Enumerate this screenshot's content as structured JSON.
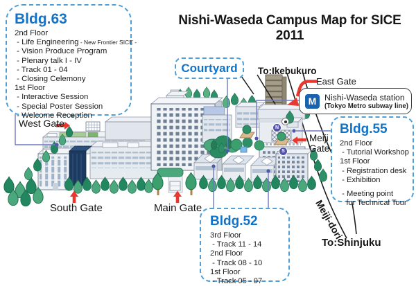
{
  "title": "Nishi-Waseda Campus Map for SICE 2011",
  "callouts": {
    "bldg63": {
      "title": "Bldg.63",
      "lines": [
        "2nd Floor",
        " - Life Engineering",
        " - Vision Produce Program",
        " - Plenary talk I - IV",
        " - Track 01 - 04",
        " - Closing Celemony",
        "1st Floor",
        " - Interactive Session",
        " - Special Poster Session",
        " - Welcome Reception"
      ],
      "life_engineering_suffix": " - New Frontier SICE -"
    },
    "courtyard": {
      "title": "Courtyard"
    },
    "bldg55": {
      "title": "Bldg.55",
      "lines": [
        "2nd Floor",
        " - Tutorial Workshop",
        "1st Floor",
        " - Registration desk",
        " - Exhibition",
        " - Meeting point",
        "   for Technical Tour"
      ]
    },
    "bldg52": {
      "title": "Bldg.52",
      "lines": [
        "3rd Floor",
        " - Track 11 - 14",
        "2nd Floor",
        " - Track 08 - 10",
        "1st Floor",
        " - Track 05 - 07"
      ]
    }
  },
  "station_box": {
    "name": "Nishi-Waseda station",
    "subtitle": "(Tokyo Metro subway line)",
    "logo_letter": "M"
  },
  "gates": {
    "west": "West Gate",
    "south": "South Gate",
    "main": "Main Gate",
    "east": "East Gate",
    "meiji": "Meiji Gate"
  },
  "directions": {
    "ikebukuro": "To:Ikebukuro",
    "shinjuku": "To:Shinjuku"
  },
  "road": {
    "name": "Meiji-dori"
  },
  "subway_exits": {
    "north": "N",
    "south": "S"
  },
  "colors": {
    "callout_blue": "#1173c8",
    "dashed_border": "#4f9ed6",
    "arrow_red": "#e8382f",
    "leader_purple": "#6e79c0"
  }
}
